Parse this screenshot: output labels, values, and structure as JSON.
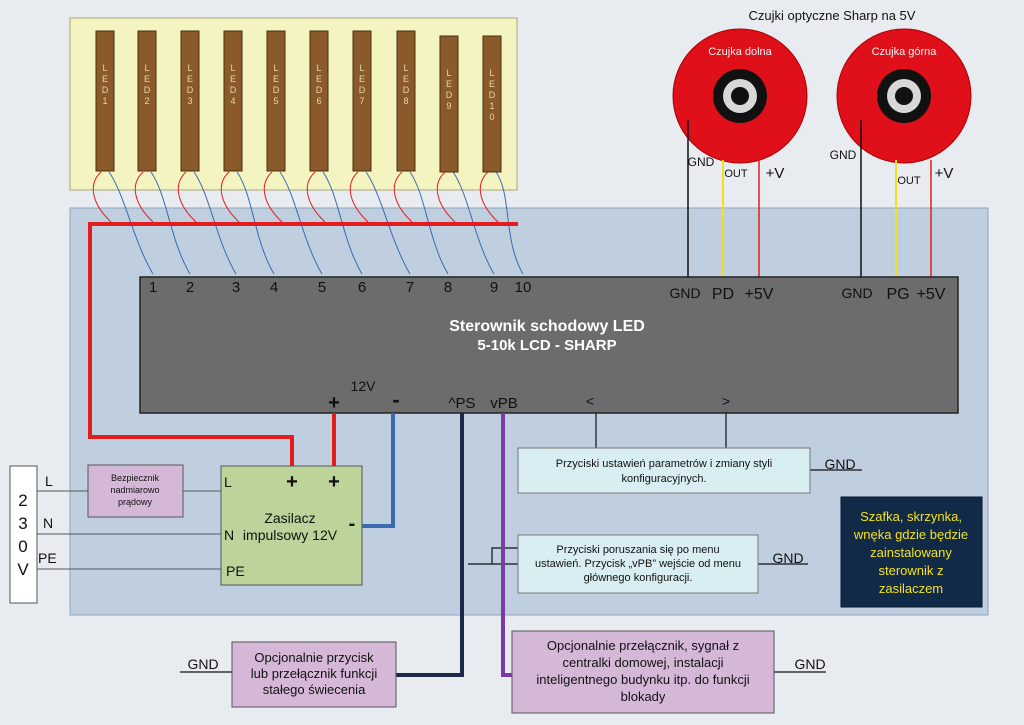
{
  "sensors_title": "Czujki optyczne Sharp na 5V",
  "sensor_bottom": {
    "name": "Czujka dolna",
    "gnd": "GND",
    "out": "OUT",
    "plus": "+V"
  },
  "sensor_top": {
    "name": "Czujka górna",
    "gnd": "GND",
    "out": "OUT",
    "plus": "+V"
  },
  "leds": [
    "LED1",
    "LED2",
    "LED3",
    "LED4",
    "LED5",
    "LED6",
    "LED7",
    "LED8",
    "LED9",
    "LED10"
  ],
  "controller": {
    "title_line1": "Sterownik schodowy LED",
    "title_line2": "5-10k LCD - SHARP",
    "channels": [
      "1",
      "2",
      "3",
      "4",
      "5",
      "6",
      "7",
      "8",
      "9",
      "10"
    ],
    "pin_gnd1": "GND",
    "pin_pd": "PD",
    "pin_v1": "+5V",
    "pin_gnd2": "GND",
    "pin_pg": "PG",
    "pin_v2": "+5V",
    "pin_plus": "+",
    "pin_12v": "12V",
    "pin_minus": "-",
    "pin_ps": "^PS",
    "pin_pb": "vPB",
    "pin_left": "<",
    "pin_right": ">"
  },
  "mains": {
    "chars": [
      "2",
      "3",
      "0",
      "V"
    ],
    "l": "L",
    "n": "N",
    "pe": "PE"
  },
  "fuse": [
    "Bezpiecznik",
    "nadmiarowo",
    "prądowy"
  ],
  "psu": {
    "l": "L",
    "n": "N",
    "pe": "PE",
    "plus1": "+",
    "plus2": "+",
    "minus": "-",
    "line1": "Zasilacz",
    "line2": "impulsowy 12V"
  },
  "buttons_settings": {
    "lines": [
      "Przyciski ustawień parametrów i zmiany styli",
      "konfiguracyjnych."
    ],
    "gnd": "GND"
  },
  "buttons_menu": {
    "lines": [
      "Przyciski poruszania się po menu",
      "ustawień. Przycisk „vPB” wejście od menu",
      "głównego konfiguracji."
    ],
    "gnd": "GND"
  },
  "cabinet": [
    "Szafka, skrzynka,",
    "wnęka gdzie będzie",
    "zainstalowany",
    "sterownik z",
    "zasilaczem"
  ],
  "option_button": {
    "lines": [
      "Opcjonalnie przycisk",
      "lub przełącznik funkcji",
      "stałego świecenia"
    ],
    "gnd": "GND"
  },
  "option_switch": {
    "lines": [
      "Opcjonalnie przełącznik, sygnał z",
      "centralki domowej, instalacji",
      "inteligentnego budynku itp. do funkcji",
      "blokady"
    ],
    "gnd": "GND"
  },
  "colors": {
    "background": "#e8ecf1",
    "cabinet": "#bfcfdf",
    "led_panel": "#f4f4c0",
    "led_strip": "#8a5a2a",
    "controller": "#6c6c6c",
    "psu": "#bcd39a",
    "sensor": "#e0101a",
    "note": "#d8eef2",
    "option": "#d5b8d8",
    "cabinet_note": "#102a48",
    "cabinet_note_text": "#f5e21a",
    "wire_red": "#e31d1d",
    "wire_blue": "#3a6ab0",
    "wire_navy": "#1b2a4a",
    "wire_purple": "#7a3aa8",
    "wire_yellow": "#f0e020"
  }
}
